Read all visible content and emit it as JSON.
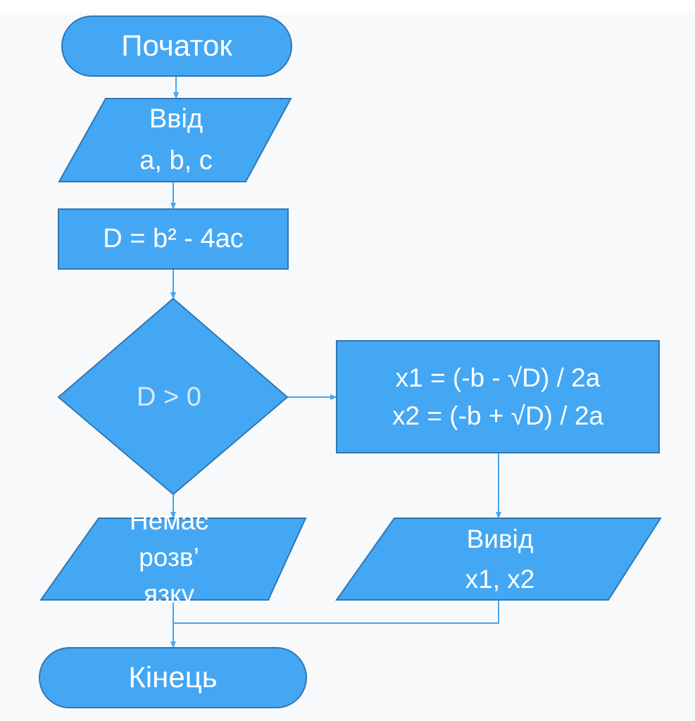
{
  "colors": {
    "fill": "#44a7f3",
    "stroke": "#2f77b4",
    "text": "#ffffff",
    "decision_text": "#dbe8f5",
    "background": "#f8f9fb"
  },
  "nodes": {
    "start": {
      "shape": "terminator",
      "text": "Початок"
    },
    "input": {
      "shape": "parallelogram",
      "line1": "Ввід",
      "line2": "a, b, c"
    },
    "discriminant": {
      "shape": "process",
      "text": "D = b² - 4ac"
    },
    "decision": {
      "shape": "decision",
      "text": "D > 0"
    },
    "roots": {
      "shape": "process",
      "line1": "x1 = (-b - √D) / 2a",
      "line2": "x2 = (-b + √D) / 2a"
    },
    "no_solution": {
      "shape": "parallelogram",
      "line1": "Немає",
      "line2": "розв’",
      "line3": "язку"
    },
    "output": {
      "shape": "parallelogram",
      "line1": "Вивід",
      "line2": "x1, x2"
    },
    "end": {
      "shape": "terminator",
      "text": "Кінець"
    }
  }
}
